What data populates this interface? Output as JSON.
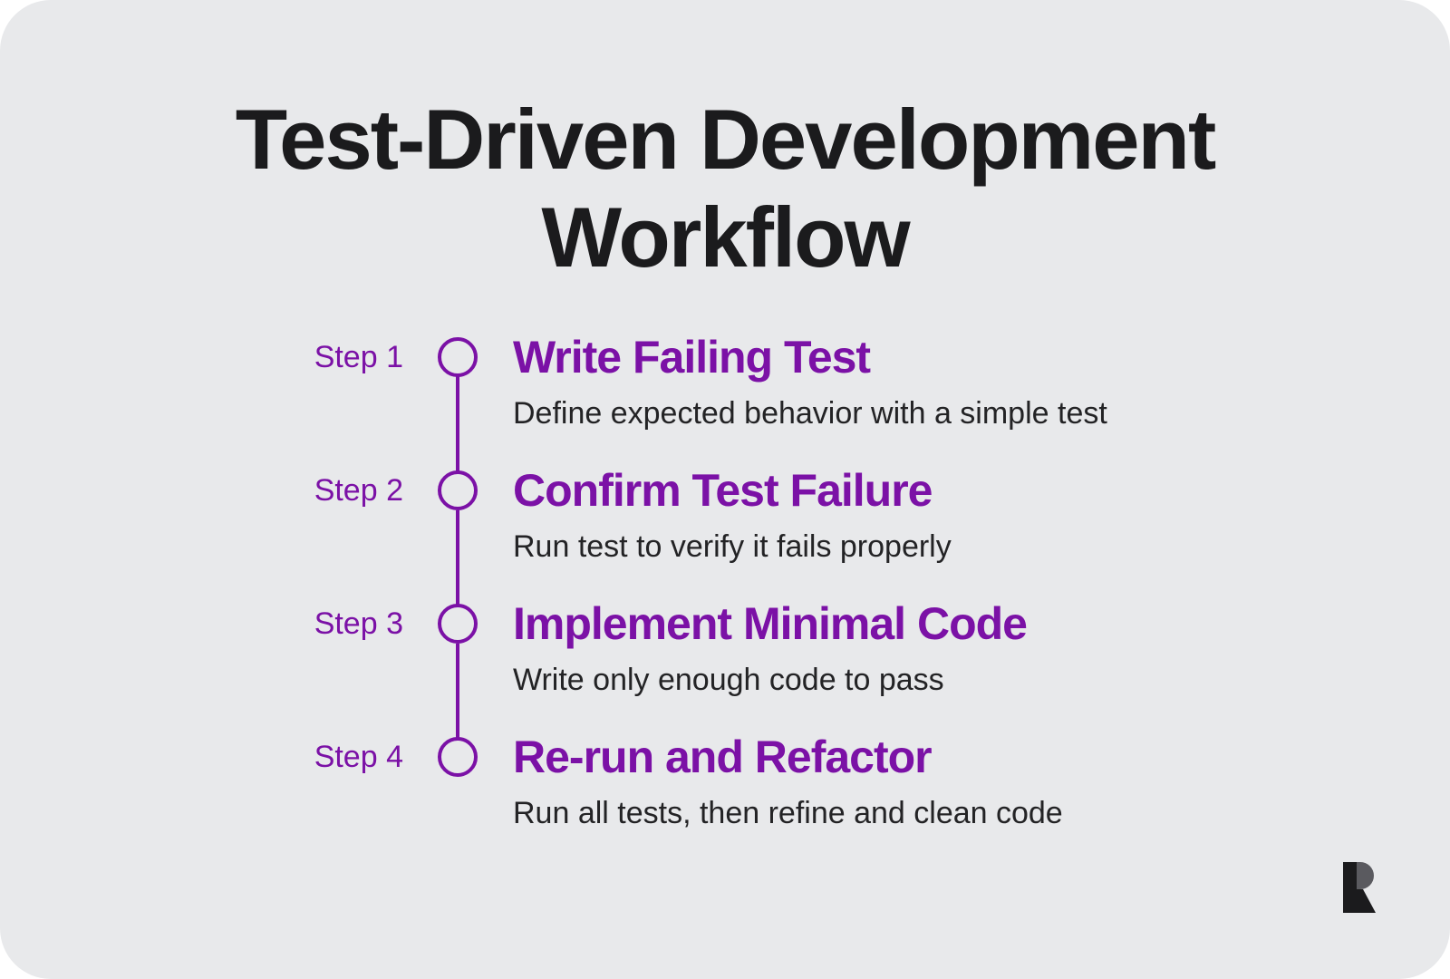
{
  "title": {
    "line1": "Test-Driven Development",
    "line2": "Workflow"
  },
  "accent_color": "#7b11a6",
  "steps": [
    {
      "label": "Step 1",
      "heading": "Write Failing Test",
      "description": "Define expected behavior with a simple test"
    },
    {
      "label": "Step 2",
      "heading": "Confirm Test Failure",
      "description": "Run test to verify it fails properly"
    },
    {
      "label": "Step 3",
      "heading": "Implement Minimal Code",
      "description": "Write only enough code to pass"
    },
    {
      "label": "Step 4",
      "heading": "Re-run and Refactor",
      "description": "Run all tests, then refine and clean code"
    }
  ],
  "logo": {
    "icon": "r-logo-icon"
  }
}
